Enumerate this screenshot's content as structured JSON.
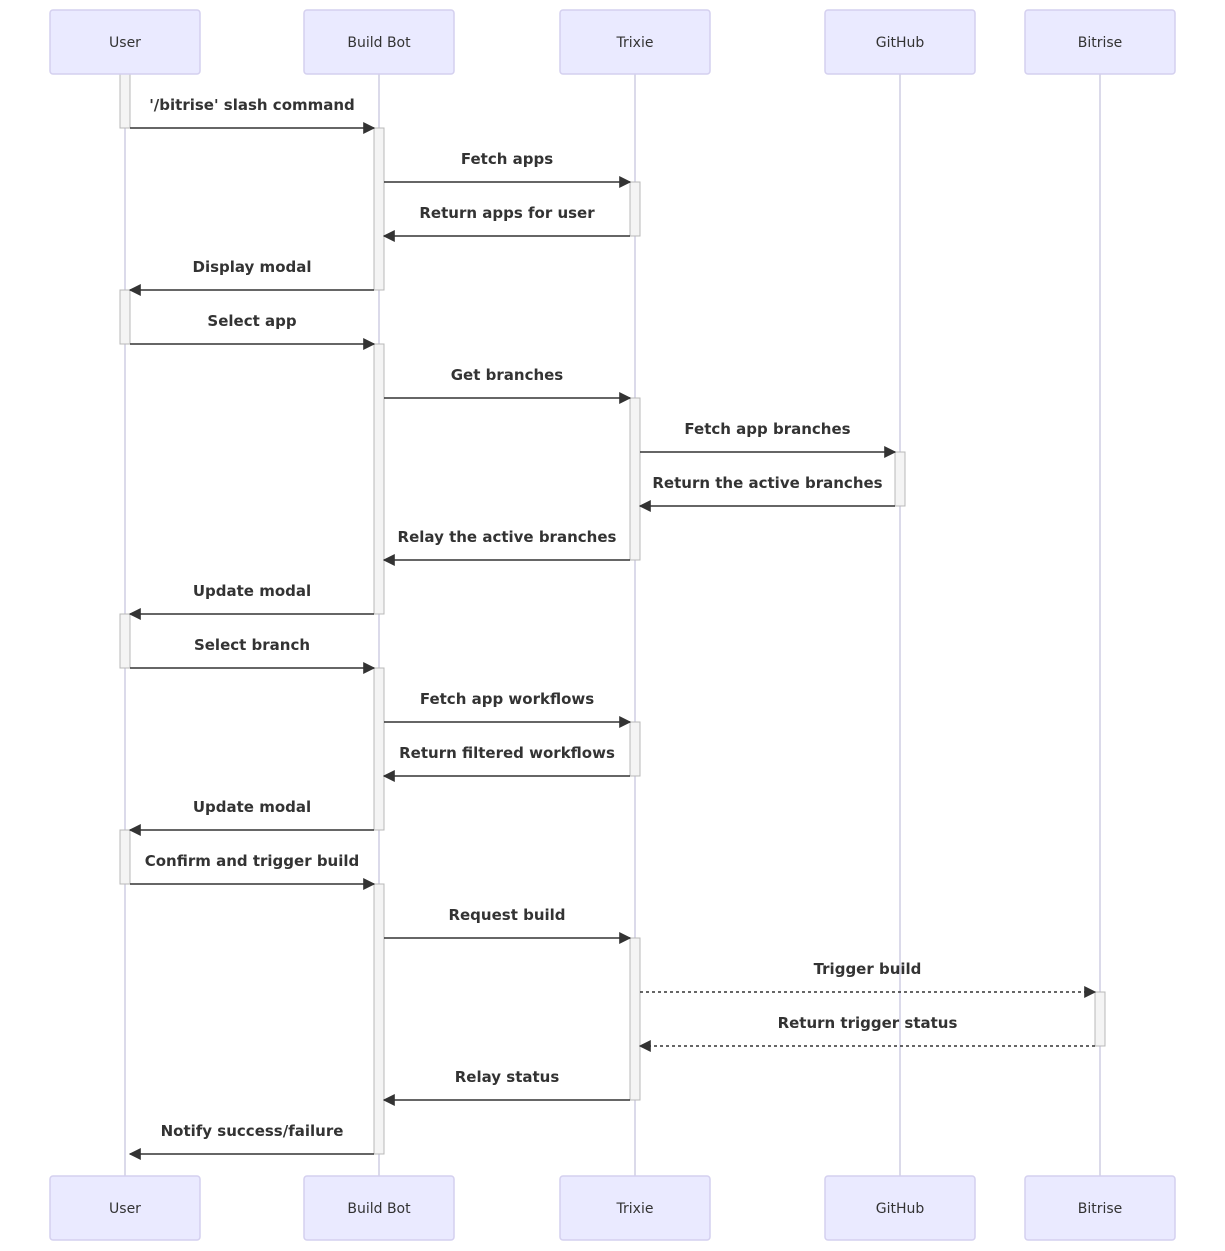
{
  "diagram": {
    "type": "sequence",
    "participants": [
      {
        "id": "user",
        "label": "User"
      },
      {
        "id": "bot",
        "label": "Build Bot"
      },
      {
        "id": "trixie",
        "label": "Trixie"
      },
      {
        "id": "github",
        "label": "GitHub"
      },
      {
        "id": "bitrise",
        "label": "Bitrise"
      }
    ],
    "messages": [
      {
        "from": "user",
        "to": "bot",
        "label": "'/bitrise' slash command",
        "style": "solid"
      },
      {
        "from": "bot",
        "to": "trixie",
        "label": "Fetch apps",
        "style": "solid"
      },
      {
        "from": "trixie",
        "to": "bot",
        "label": "Return apps for user",
        "style": "solid"
      },
      {
        "from": "bot",
        "to": "user",
        "label": "Display modal",
        "style": "solid"
      },
      {
        "from": "user",
        "to": "bot",
        "label": "Select app",
        "style": "solid"
      },
      {
        "from": "bot",
        "to": "trixie",
        "label": "Get branches",
        "style": "solid"
      },
      {
        "from": "trixie",
        "to": "github",
        "label": "Fetch app branches",
        "style": "solid"
      },
      {
        "from": "github",
        "to": "trixie",
        "label": "Return the active branches",
        "style": "solid"
      },
      {
        "from": "trixie",
        "to": "bot",
        "label": "Relay the active branches",
        "style": "solid"
      },
      {
        "from": "bot",
        "to": "user",
        "label": "Update modal",
        "style": "solid"
      },
      {
        "from": "user",
        "to": "bot",
        "label": "Select branch",
        "style": "solid"
      },
      {
        "from": "bot",
        "to": "trixie",
        "label": "Fetch app workflows",
        "style": "solid"
      },
      {
        "from": "trixie",
        "to": "bot",
        "label": "Return filtered workflows",
        "style": "solid"
      },
      {
        "from": "bot",
        "to": "user",
        "label": "Update modal",
        "style": "solid"
      },
      {
        "from": "user",
        "to": "bot",
        "label": "Confirm and trigger build",
        "style": "solid"
      },
      {
        "from": "bot",
        "to": "trixie",
        "label": "Request build",
        "style": "solid"
      },
      {
        "from": "trixie",
        "to": "bitrise",
        "label": "Trigger build",
        "style": "dashed"
      },
      {
        "from": "bitrise",
        "to": "trixie",
        "label": "Return trigger status",
        "style": "dashed"
      },
      {
        "from": "trixie",
        "to": "bot",
        "label": "Relay status",
        "style": "solid"
      },
      {
        "from": "bot",
        "to": "user",
        "label": "Notify success/failure",
        "style": "solid"
      }
    ],
    "colors": {
      "actor_fill": "#eaeaff",
      "actor_border": "#d4d0ef",
      "lifeline": "#cfcde3",
      "activation_fill": "#f4f4f4",
      "text": "#333333"
    }
  }
}
